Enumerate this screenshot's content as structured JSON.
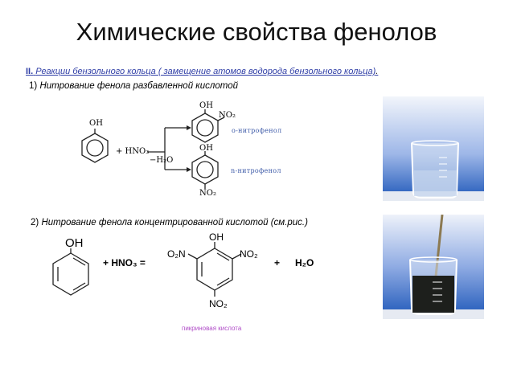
{
  "title": "Химические свойства фенолов",
  "section2": {
    "number": "II.",
    "text": "Реакции бензольного кольца ( замещение атомов водорода бензольного кольца)",
    "end": "."
  },
  "item1": {
    "number": "1)",
    "text": "Нитрование фенола разбавленной кислотой"
  },
  "reaction1": {
    "oh": "OH",
    "reagent": "+ HNO₃",
    "minus_water": "−H₂O",
    "ortho_oh": "OH",
    "ortho_no2": "NO₂",
    "para_oh": "OH",
    "para_no2": "NO₂",
    "ortho_label": "o-нитрофенол",
    "para_label": "n-нитрофенол"
  },
  "item2": {
    "number": "2)",
    "text": "Нитрование фенола концентрированной кислотой (см.рис.)"
  },
  "reaction2": {
    "oh": "OH",
    "reagent": "+ HNO₃ =",
    "product_oh": "OH",
    "o2n": "O₂N",
    "no2_right": "NO₂",
    "no2_bottom": "NO₂",
    "plus": "+",
    "water": "H₂O",
    "product_label": "пикриновая кислота"
  },
  "colors": {
    "subtitle_blue": "#2f3ea6",
    "label_blue": "#3d5aa8",
    "picric_purple": "#b04dc8",
    "photo_blue": "#1c56b8"
  }
}
